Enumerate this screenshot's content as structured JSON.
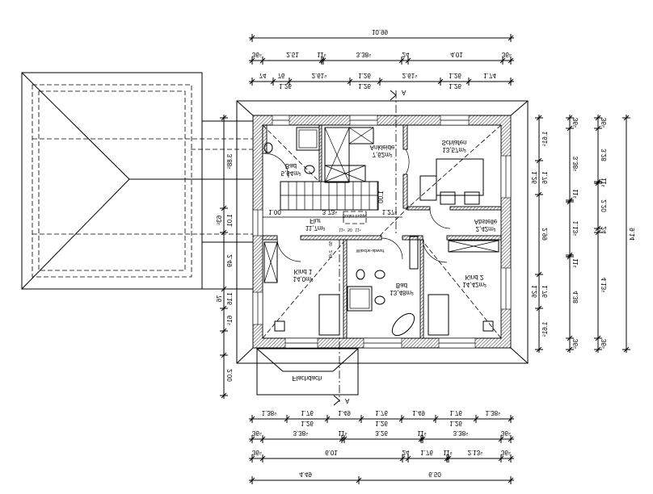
{
  "drawing": {
    "section_marker": "A",
    "flat_roof": "Flachdach",
    "attic_stair": "Boden-treppe",
    "laundry_chute": "Wäsche-abwurf",
    "rooms": [
      {
        "name": "Schlafen",
        "area": "13,57m²"
      },
      {
        "name": "Ankleide",
        "area": "7,62m²"
      },
      {
        "name": "Bad",
        "area": "5,64m²"
      },
      {
        "name": "Flur",
        "area": "11,7m²"
      },
      {
        "name": "Abstelle",
        "area": "2,42m²"
      },
      {
        "name": "Kind 1",
        "area": "14,0m²"
      },
      {
        "name": "Bad",
        "area": "13,48m²"
      },
      {
        "name": "Kind 2",
        "area": "14,42m²"
      }
    ],
    "inner_dimensions": [
      "1.00",
      "3.73⁵",
      "1.27⁵",
      "1.00",
      "11⁵",
      "50",
      "11⁵",
      "2.41",
      "50"
    ],
    "dimensions": {
      "top": [
        [
          "10.99"
        ],
        [
          "36⁵",
          "2.51",
          "11⁵",
          "3.38⁵",
          "24",
          "4.01",
          "36⁵"
        ],
        [
          "74",
          "76",
          "2.61⁵",
          "1.26",
          "2.61⁵",
          "1.26",
          "1.74",
          "1.26",
          "1.26",
          "1.26"
        ]
      ],
      "bottom": [
        [
          "1.38⁵",
          "1.76",
          "1.49",
          "1.76",
          "1.49",
          "1.76",
          "1.38⁵",
          "1.26",
          "1.26",
          "1.26"
        ],
        [
          "36⁵",
          "3.38⁵",
          "11⁵",
          "3.26",
          "11⁵",
          "3.38⁵",
          "36⁵"
        ],
        [
          "36⁵",
          "6.01",
          "24",
          "1.76",
          "11⁵",
          "2.13⁵",
          "36⁵"
        ],
        [
          "4.49",
          "6.50"
        ]
      ],
      "right": [
        [
          "1.61⁵",
          "1.76",
          "2.99",
          "1.76",
          "1.61⁵",
          "1.26",
          "1.26"
        ],
        [
          "36⁵",
          "3.38⁵",
          "11⁵",
          "1.13⁵",
          "11⁵",
          "4.38",
          "36⁵"
        ],
        [
          "36⁵",
          "3.28",
          "11⁵",
          "2.20",
          "24",
          "4.13⁵",
          "36⁵"
        ],
        [
          "9.14"
        ]
      ],
      "left": [
        [
          "3.88⁵",
          "1.01",
          "63⁵",
          "2.49",
          "1.16",
          "76",
          "61⁵",
          "2.00"
        ]
      ]
    }
  }
}
